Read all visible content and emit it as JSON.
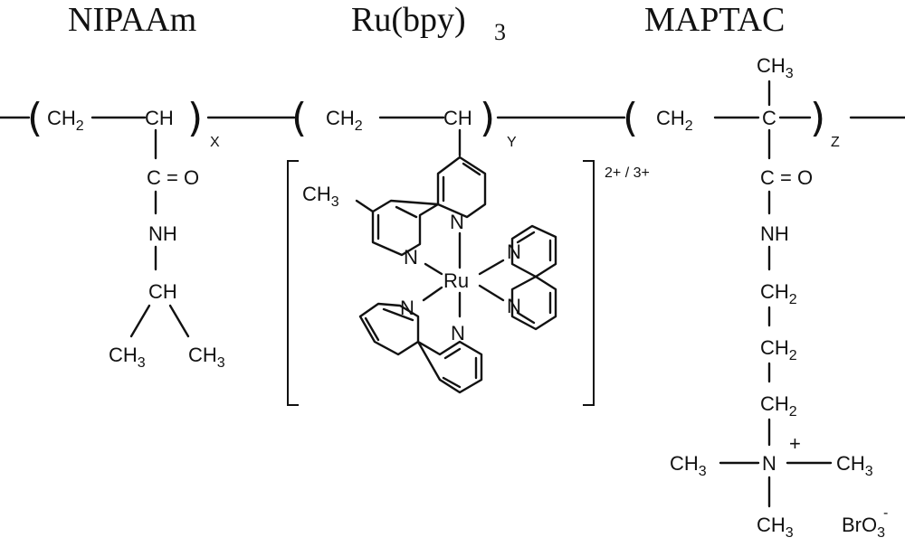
{
  "monomers": {
    "nipaam": "NIPAAm",
    "ru_bpy": "Ru(bpy)",
    "ru_bpy_sub": "3",
    "maptac": "MAPTAC"
  },
  "backbone": {
    "ch2": "CH",
    "ch2_sub": "2",
    "ch": "CH",
    "c": "C",
    "x": "X",
    "y": "Y",
    "z": "Z"
  },
  "nipaam_side": {
    "c_eq_o": "C = O",
    "nh": "NH",
    "ch": "CH",
    "ch3": "CH",
    "ch3_sub": "3"
  },
  "ru_complex": {
    "charge": "2+ / 3+",
    "metal": "Ru",
    "n": "N",
    "methyl": "CH",
    "methyl_sub": "3"
  },
  "maptac_side": {
    "methyl": "CH",
    "methyl_sub": "3",
    "c_eq_o": "C = O",
    "nh": "NH",
    "ch2": "CH",
    "ch2_sub": "2",
    "n": "N",
    "plus": "+",
    "ch3": "CH",
    "ch3_sub": "3",
    "counterion": "BrO",
    "counterion_sub": "3",
    "counterion_charge": "-"
  }
}
